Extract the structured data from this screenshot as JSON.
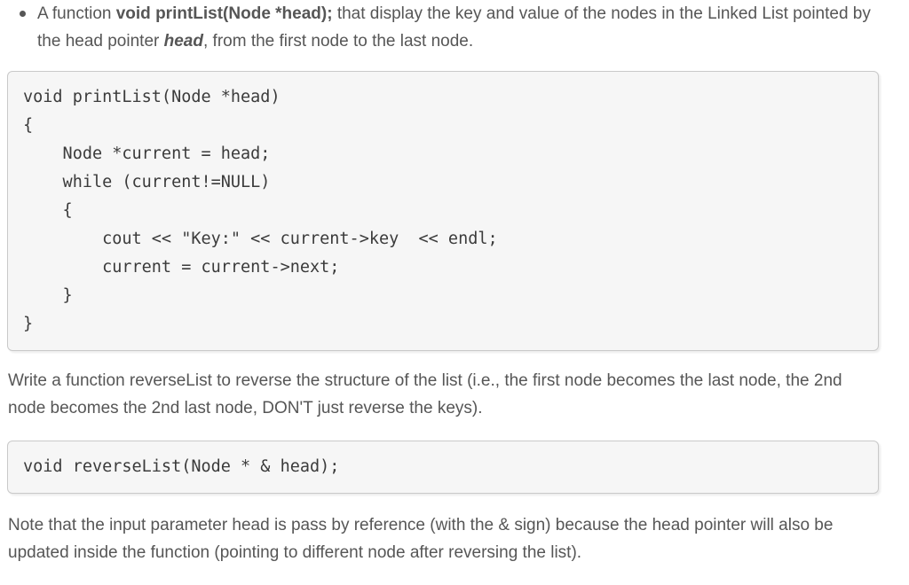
{
  "colors": {
    "body_text": "#565656",
    "code_text": "#3b3b3b",
    "code_box_bg": "#f6f6f6",
    "code_box_border": "#c9c9c9",
    "page_bg": "#ffffff"
  },
  "bullet_item": {
    "prefix": "A function ",
    "signature_bold": "void printList(Node *head);",
    "middle": " that display the key and value of the nodes in the Linked List pointed by the head pointer ",
    "head_emphasis": "head",
    "suffix": ", from the first node to the last node."
  },
  "print_list_code": {
    "lines": [
      "void printList(Node *head)",
      "{",
      "    Node *current = head;",
      "    while (current!=NULL)",
      "    {",
      "        cout << \"Key:\" << current->key  << endl;",
      "        current = current->next;",
      "    }",
      "}"
    ]
  },
  "reverse_paragraph": {
    "text": "Write a function reverseList to reverse the structure of the list (i.e., the first node becomes the last node, the 2nd node becomes the 2nd last node, DON'T just reverse the keys)."
  },
  "reverse_list_code": {
    "line": "void reverseList(Node * & head);"
  },
  "note_paragraph": {
    "text": "Note that the input parameter head is pass by reference (with the & sign) because the head pointer will also be updated inside the function (pointing to different node after reversing the list)."
  }
}
